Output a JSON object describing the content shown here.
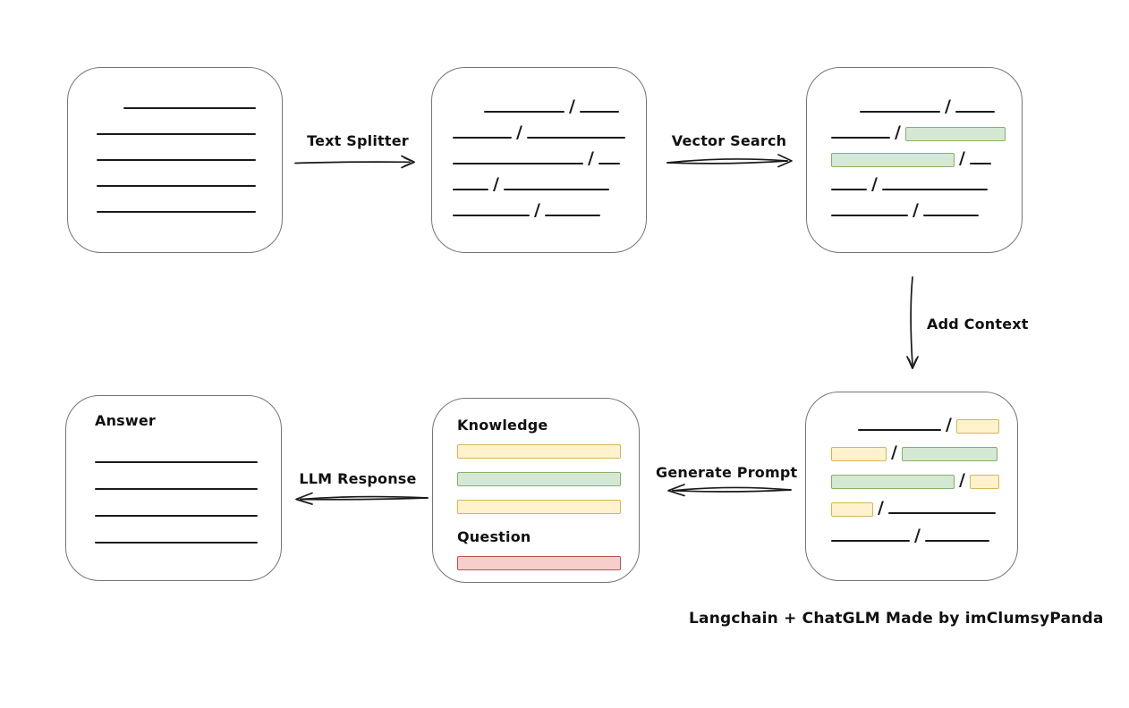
{
  "caption": "Langchain + ChatGLM Made by imClumsyPanda",
  "slash_char": "/",
  "colors": {
    "green_fill": "#d5e8d4",
    "green_border": "#82b366",
    "yellow_fill": "#fff2cc",
    "yellow_border": "#d6b656",
    "red_fill": "#f8cecc",
    "red_border": "#b85450",
    "line_color": "#1a1a1a",
    "box_border": "#757575"
  },
  "arrows": {
    "text_splitter": {
      "label": "Text Splitter"
    },
    "vector_search": {
      "label": "Vector Search"
    },
    "add_context": {
      "label": "Add Context"
    },
    "generate_prompt": {
      "label": "Generate Prompt"
    },
    "llm_response": {
      "label": "LLM Response"
    }
  },
  "boxes": {
    "document": {
      "rows": [
        {
          "indent": 30,
          "segments": [
            {
              "t": "line",
              "w": 148
            }
          ]
        },
        {
          "segments": [
            {
              "t": "line",
              "w": 178
            }
          ]
        },
        {
          "segments": [
            {
              "t": "line",
              "w": 178
            }
          ]
        },
        {
          "segments": [
            {
              "t": "line",
              "w": 178
            }
          ]
        },
        {
          "segments": [
            {
              "t": "line",
              "w": 178
            }
          ]
        }
      ]
    },
    "split_chunks": {
      "rows": [
        {
          "indent": 35,
          "segments": [
            {
              "t": "line",
              "w": 90
            },
            {
              "t": "slash"
            },
            {
              "t": "line",
              "w": 44
            }
          ]
        },
        {
          "segments": [
            {
              "t": "line",
              "w": 66
            },
            {
              "t": "slash"
            },
            {
              "t": "line",
              "w": 110
            }
          ]
        },
        {
          "segments": [
            {
              "t": "line",
              "w": 146
            },
            {
              "t": "slash"
            },
            {
              "t": "line",
              "w": 24
            }
          ]
        },
        {
          "segments": [
            {
              "t": "line",
              "w": 40
            },
            {
              "t": "slash"
            },
            {
              "t": "line",
              "w": 118
            }
          ]
        },
        {
          "segments": [
            {
              "t": "line",
              "w": 86
            },
            {
              "t": "slash"
            },
            {
              "t": "line",
              "w": 62
            }
          ]
        }
      ]
    },
    "matched_chunks": {
      "rows": [
        {
          "indent": 32,
          "segments": [
            {
              "t": "line",
              "w": 90
            },
            {
              "t": "slash"
            },
            {
              "t": "line",
              "w": 44
            }
          ]
        },
        {
          "segments": [
            {
              "t": "line",
              "w": 66
            },
            {
              "t": "slash"
            },
            {
              "t": "bar",
              "c": "green",
              "w": 112
            }
          ]
        },
        {
          "segments": [
            {
              "t": "bar",
              "c": "green",
              "w": 138
            },
            {
              "t": "slash"
            },
            {
              "t": "line",
              "w": 24
            }
          ]
        },
        {
          "segments": [
            {
              "t": "line",
              "w": 40
            },
            {
              "t": "slash"
            },
            {
              "t": "line",
              "w": 118
            }
          ]
        },
        {
          "segments": [
            {
              "t": "line",
              "w": 86
            },
            {
              "t": "slash"
            },
            {
              "t": "line",
              "w": 62
            }
          ]
        }
      ]
    },
    "context_chunks": {
      "rows": [
        {
          "indent": 30,
          "segments": [
            {
              "t": "line",
              "w": 93
            },
            {
              "t": "slash"
            },
            {
              "t": "bar",
              "c": "yellow",
              "w": 48
            }
          ]
        },
        {
          "segments": [
            {
              "t": "bar",
              "c": "yellow",
              "w": 62
            },
            {
              "t": "slash"
            },
            {
              "t": "bar",
              "c": "green",
              "w": 107
            }
          ]
        },
        {
          "segments": [
            {
              "t": "bar",
              "c": "green",
              "w": 138
            },
            {
              "t": "slash"
            },
            {
              "t": "bar",
              "c": "yellow",
              "w": 33
            }
          ]
        },
        {
          "segments": [
            {
              "t": "bar",
              "c": "yellow",
              "w": 47
            },
            {
              "t": "slash"
            },
            {
              "t": "line",
              "w": 120
            }
          ]
        },
        {
          "segments": [
            {
              "t": "line",
              "w": 88
            },
            {
              "t": "slash"
            },
            {
              "t": "line",
              "w": 72
            }
          ]
        }
      ]
    },
    "prompt": {
      "knowledge_label": "Knowledge",
      "question_label": "Question",
      "knowledge_bars": [
        {
          "segments": [
            {
              "t": "bar",
              "c": "yellow",
              "w": 183
            }
          ]
        },
        {
          "segments": [
            {
              "t": "bar",
              "c": "green",
              "w": 183
            }
          ]
        },
        {
          "segments": [
            {
              "t": "bar",
              "c": "yellow",
              "w": 183
            }
          ]
        }
      ],
      "question_bars": [
        {
          "segments": [
            {
              "t": "bar",
              "c": "red",
              "w": 183
            }
          ]
        }
      ]
    },
    "answer": {
      "label": "Answer",
      "rows": [
        {
          "segments": [
            {
              "t": "line",
              "w": 182
            }
          ]
        },
        {
          "segments": [
            {
              "t": "line",
              "w": 182
            }
          ]
        },
        {
          "segments": [
            {
              "t": "line",
              "w": 182
            }
          ]
        },
        {
          "segments": [
            {
              "t": "line",
              "w": 182
            }
          ]
        }
      ]
    }
  }
}
